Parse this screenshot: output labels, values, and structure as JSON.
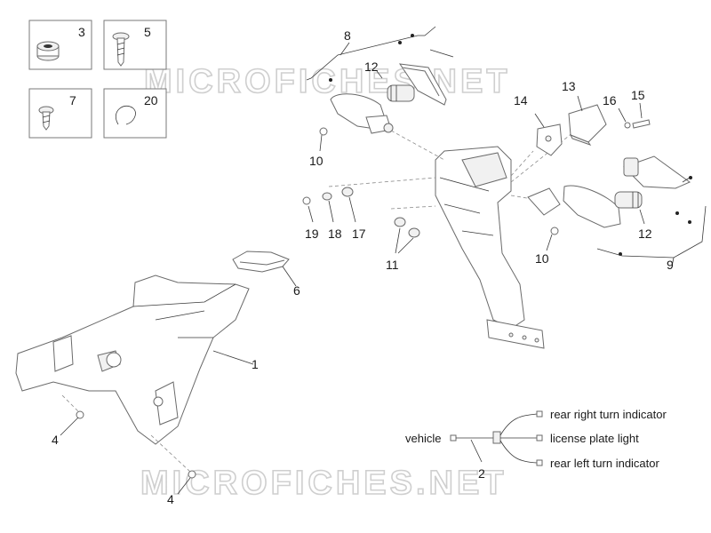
{
  "watermark": "MICROFICHES.NET",
  "callouts": {
    "c1": "1",
    "c2": "2",
    "c3": "3",
    "c4a": "4",
    "c4b": "4",
    "c5": "5",
    "c6": "6",
    "c7": "7",
    "c8": "8",
    "c9": "9",
    "c10a": "10",
    "c10b": "10",
    "c11": "11",
    "c12a": "12",
    "c12b": "12",
    "c13": "13",
    "c14": "14",
    "c15": "15",
    "c16": "16",
    "c17": "17",
    "c18": "18",
    "c19": "19",
    "c20": "20"
  },
  "wiring": {
    "vehicle": "vehicle",
    "rear_right": "rear right turn indicator",
    "license_plate": "license plate light",
    "rear_left": "rear left turn indicator"
  }
}
